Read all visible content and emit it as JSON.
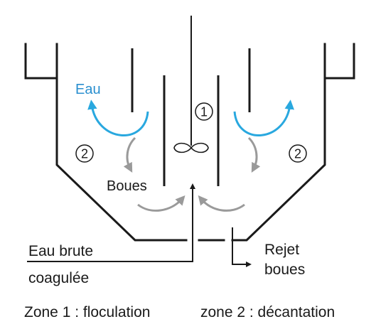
{
  "labels": {
    "eau": "Eau",
    "zone1_num": "1",
    "zone2_left_num": "2",
    "zone2_right_num": "2",
    "boues": "Boues",
    "eau_brute": "Eau brute",
    "coagulee": "coagulée",
    "rejet": "Rejet",
    "rejet_boues": "boues",
    "caption_zone1": "Zone 1 : floculation",
    "caption_zone2": "zone 2 : décantation"
  },
  "colors": {
    "water_flow": "#29a8df",
    "sludge_flow": "#9a9a9a",
    "structure": "#1a1a1a"
  },
  "icons": {
    "stirrer": "propeller-icon"
  }
}
